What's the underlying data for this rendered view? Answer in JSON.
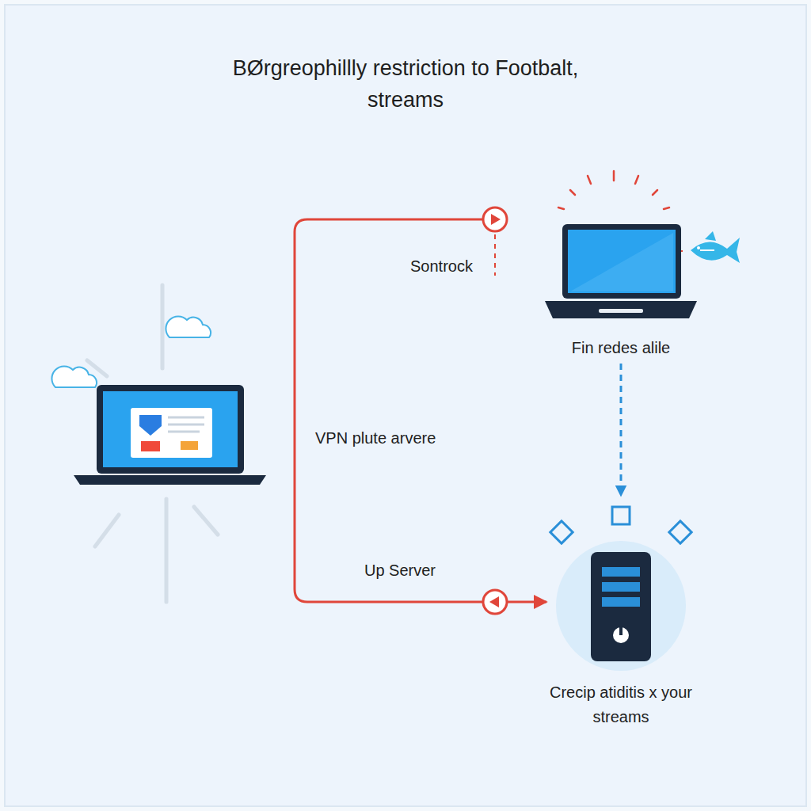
{
  "diagram": {
    "title": "BØrgreophillly restriction to Footbalt, streams",
    "nodes": [
      {
        "text": [
          "Fin redes alile"
        ]
      },
      {
        "text": [
          "Crecip atiditis x your streams"
        ]
      }
    ],
    "edges": [
      {
        "from": 0,
        "to": 1,
        "arrow": "to"
      }
    ],
    "labels": [
      "Sontrock",
      "VPN plute arvere",
      "Up Server"
    ]
  }
}
